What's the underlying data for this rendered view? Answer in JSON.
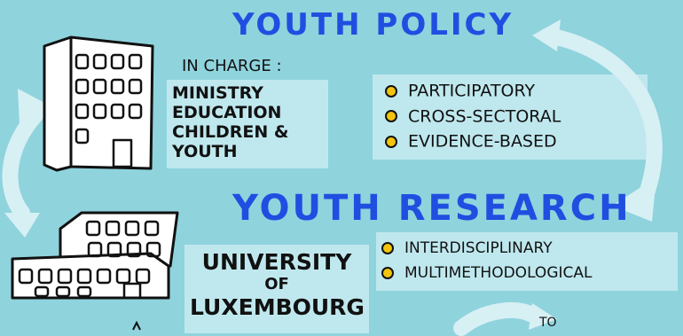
{
  "youth_policy": {
    "title": "YOUTH POLICY",
    "in_charge_label": "IN CHARGE :",
    "ministry_lines": [
      "MINISTRY",
      "EDUCATION",
      "CHILDREN &",
      "YOUTH"
    ],
    "principles": [
      "PARTICIPATORY",
      "CROSS-SECTORAL",
      "EVIDENCE-BASED"
    ]
  },
  "youth_research": {
    "title": "YOUTH RESEARCH",
    "university_lines": [
      "UNIVERSITY",
      "OF",
      "LUXEMBOURG"
    ],
    "principles": [
      "INTERDISCIPLINARY",
      "MULTIMETHODOLOGICAL"
    ]
  },
  "partial_label": "TO",
  "icons": [
    "ministry-building-icon",
    "university-building-icon",
    "cycle-arrow-icon"
  ],
  "colors": {
    "background": "#8fd3dd",
    "panel": "#bfe8ee",
    "title": "#1f4fe0",
    "bullet": "#f2c40d",
    "ink": "#111111"
  }
}
